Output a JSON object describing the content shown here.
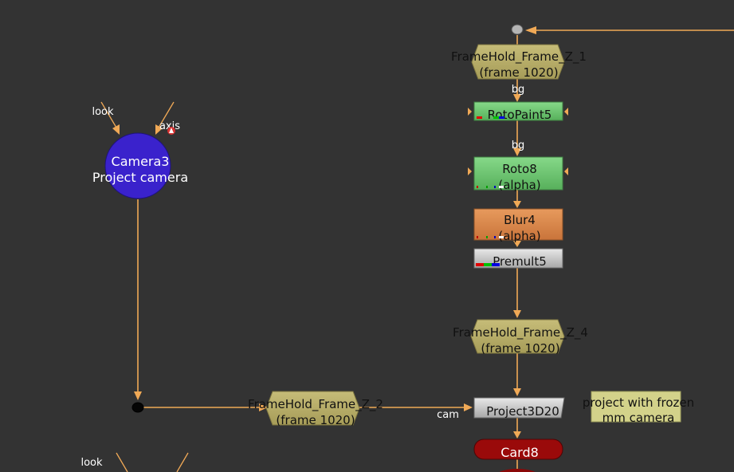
{
  "graph": {
    "camera": {
      "name": "Camera3",
      "label": "Project camera",
      "input_look": "look",
      "input_axis": "axis"
    },
    "framehold_1": {
      "name": "FrameHold_Frame_Z_1",
      "detail": "(frame 1020)"
    },
    "input_bg_1": "bg",
    "rotopaint": {
      "name": "RotoPaint5"
    },
    "input_bg_2": "bg",
    "roto": {
      "name": "Roto8",
      "detail": "(alpha)"
    },
    "blur": {
      "name": "Blur4",
      "detail": "(alpha)"
    },
    "premult": {
      "name": "Premult5"
    },
    "framehold_4": {
      "name": "FrameHold_Frame_Z_4",
      "detail": "(frame 1020)"
    },
    "framehold_2": {
      "name": "FrameHold_Frame_Z_2",
      "detail": "(frame 1020)"
    },
    "project3d": {
      "name": "Project3D20",
      "input_cam": "cam"
    },
    "sticky_note": {
      "line1": "project with frozen",
      "line2": "mm camera"
    },
    "card": {
      "name": "Card8"
    },
    "camera_bottom": {
      "input_look": "look"
    }
  },
  "colors": {
    "background": "#333333",
    "edge": "#f0a956",
    "camera_node": "#3a22cc",
    "framehold_node": "#b7ad6a",
    "roto_node": "#6cc46f",
    "blur_node": "#d98a4e",
    "premult_node": "#c9c9c9",
    "project3d_node": "#c9c9c9",
    "card_node": "#9a0a0a",
    "sticky_note": "#d3d28a"
  }
}
